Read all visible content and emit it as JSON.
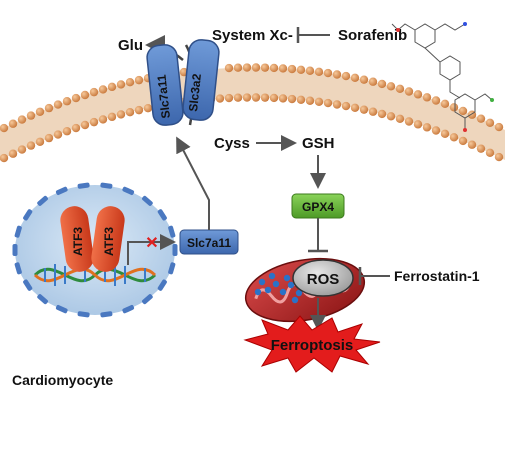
{
  "labels": {
    "glu": "Glu",
    "system_xc": "System Xc-",
    "sorafenib": "Sorafenib",
    "slc7a11_membrane": "Slc7a11",
    "slc3a2": "Slc3a2",
    "cyss": "Cyss",
    "gsh": "GSH",
    "gpx4": "GPX4",
    "ros": "ROS",
    "ferrostatin": "Ferrostatin-1",
    "ferroptosis": "Ferroptosis",
    "atf3_left": "ATF3",
    "atf3_right": "ATF3",
    "slc7a11_gene": "Slc7a11",
    "cell": "Cardiomyocyte"
  },
  "colors": {
    "membrane_head": "#d4884a",
    "membrane_tail": "#e8c8a8",
    "transporter": "#4a78c0",
    "atf3": "#e8502a",
    "gpx4_fill": "#5aa832",
    "burst": "#e31c1c",
    "nucleus": "#b9d3ec",
    "block_x": "#e02020"
  }
}
